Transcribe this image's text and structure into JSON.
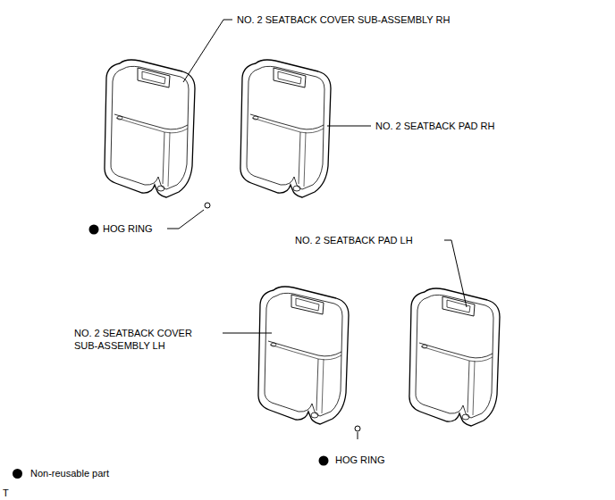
{
  "diagram": {
    "labels": [
      "NO. 2 SEATBACK COVER SUB-ASSEMBLY RH",
      "NO. 2 SEATBACK PAD RH",
      "HOG RING",
      "NO. 2 SEATBACK PAD LH",
      "NO. 2 SEATBACK COVER SUB-ASSEMBLY LH",
      "HOG RING",
      "T"
    ],
    "legend": [
      {
        "text": "Non-reusable part"
      }
    ]
  }
}
